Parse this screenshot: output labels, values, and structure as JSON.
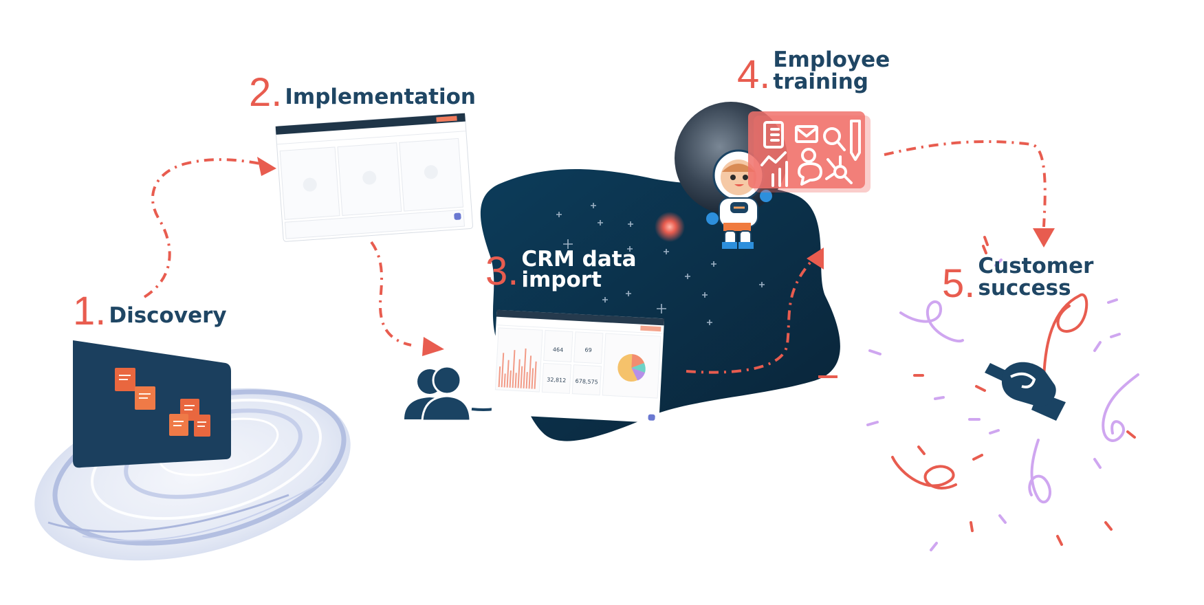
{
  "steps": [
    {
      "number": "1.",
      "lines": [
        "Discovery"
      ]
    },
    {
      "number": "2.",
      "lines": [
        "Implementation"
      ]
    },
    {
      "number": "3.",
      "lines": [
        "CRM data",
        "import"
      ]
    },
    {
      "number": "4.",
      "lines": [
        "Employee",
        "training"
      ]
    },
    {
      "number": "5.",
      "lines": [
        "Customer",
        "success"
      ]
    }
  ],
  "dashboard": {
    "stats": [
      "464",
      "69",
      "32,812",
      "678,575"
    ]
  },
  "colors": {
    "accent": "#e85c4f",
    "navy": "#1f4664",
    "blob": "#0c3049",
    "swirl": "#b7c2e3",
    "confetti_purple": "#cfa6f0"
  },
  "icons": [
    "sticky-notes-icon",
    "users-icon",
    "astronaut-icon",
    "checklist-icon",
    "mail-icon",
    "search-icon",
    "pencil-icon",
    "line-chart-icon",
    "bar-chart-icon",
    "smile-icon",
    "chat-icon",
    "hub-icon",
    "handshake-icon"
  ]
}
